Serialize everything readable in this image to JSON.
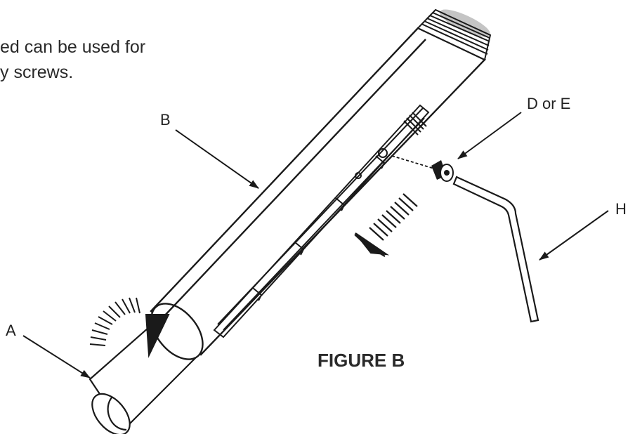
{
  "intro_text": {
    "line1": "ed can be used for",
    "line2": "y screws."
  },
  "callouts": {
    "a": "A",
    "b": "B",
    "d_or_e": "D or E",
    "h": "H"
  },
  "figure_caption": "FIGURE B",
  "colors": {
    "ink": "#1a1a1a",
    "background": "#ffffff"
  }
}
